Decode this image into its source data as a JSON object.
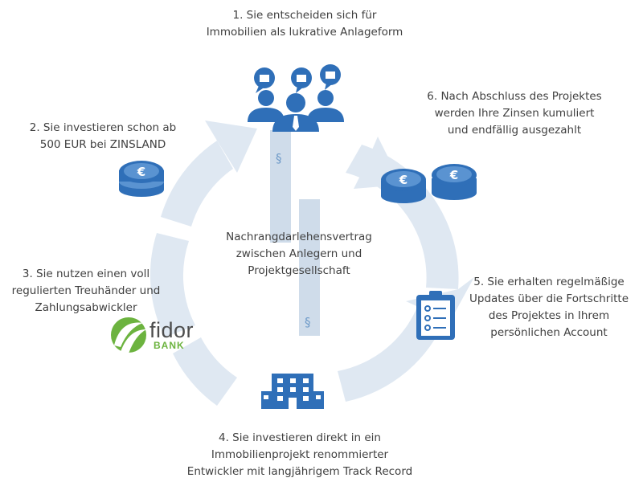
{
  "colors": {
    "ring": "#dfe8f2",
    "icon_blue": "#2f6fb8",
    "text": "#3f3f3f",
    "fidor_green": "#6cb33f"
  },
  "steps": {
    "s1": [
      "1. Sie entscheiden sich für",
      "Immobilien als lukrative Anlageform"
    ],
    "s2": [
      "2. Sie investieren schon ab",
      "500 EUR bei ZINSLAND"
    ],
    "s3": [
      "3. Sie nutzen einen voll",
      "regulierten Treuhänder und",
      "Zahlungsabwickler"
    ],
    "s4": [
      "4. Sie investieren direkt in ein",
      "Immobilienprojekt renommierter",
      "Entwickler mit langjährigem Track Record"
    ],
    "s5": [
      "5. Sie erhalten regelmäßige",
      "Updates über die Fortschritte",
      "des Projektes in Ihrem",
      "persönlichen Account"
    ],
    "s6": [
      "6. Nach Abschluss des Projektes",
      "werden Ihre Zinsen kumuliert",
      "und endfällig ausgezahlt"
    ]
  },
  "center": [
    "Nachrangdarlehensvertrag",
    "zwischen Anlegern und",
    "Projektgesellschaft"
  ],
  "paragraph_symbol": "§",
  "fidor": {
    "word": "fidor",
    "sub": "BANK"
  },
  "icons": {
    "investors": "investor-group-icon",
    "coins_single": "euro-coins-icon",
    "coins_double": "euro-coins-icon",
    "building": "office-building-icon",
    "checklist": "clipboard-checklist-icon",
    "fidor_logo": "fidor-logo-icon"
  }
}
